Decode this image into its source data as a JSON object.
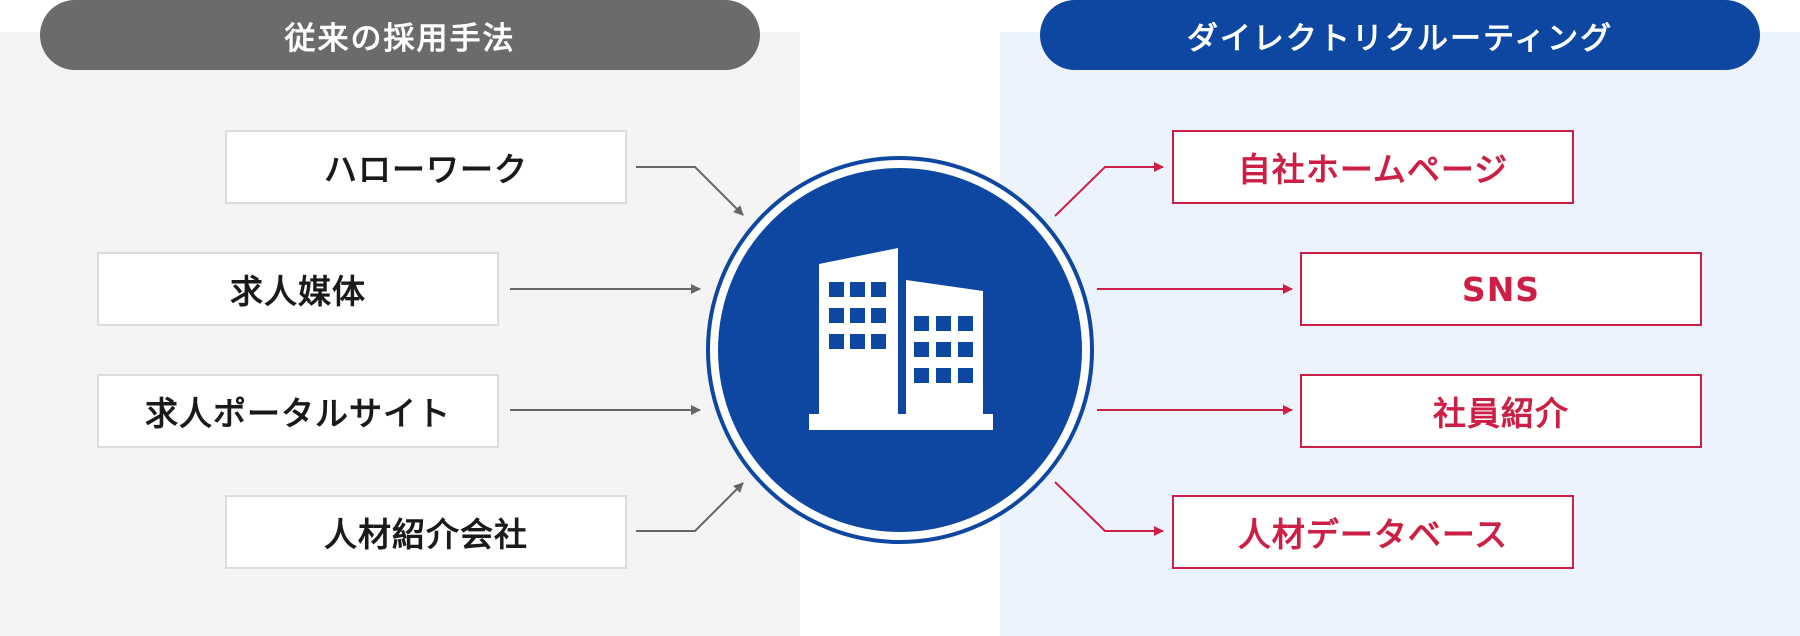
{
  "left": {
    "title": "従来の採用手法",
    "items": [
      "ハローワーク",
      "求人媒体",
      "求人ポータルサイト",
      "人材紹介会社"
    ]
  },
  "right": {
    "title": "ダイレクトリクルーティング",
    "items": [
      "自社ホームページ",
      "SNS",
      "社員紹介",
      "人材データベース"
    ]
  },
  "center": {
    "icon": "building-icon"
  },
  "colors": {
    "left_header": "#6b6b6b",
    "right_header": "#0d47a1",
    "circle": "#0d47a1",
    "left_arrows": "#666666",
    "right_accent": "#cc1f45"
  }
}
